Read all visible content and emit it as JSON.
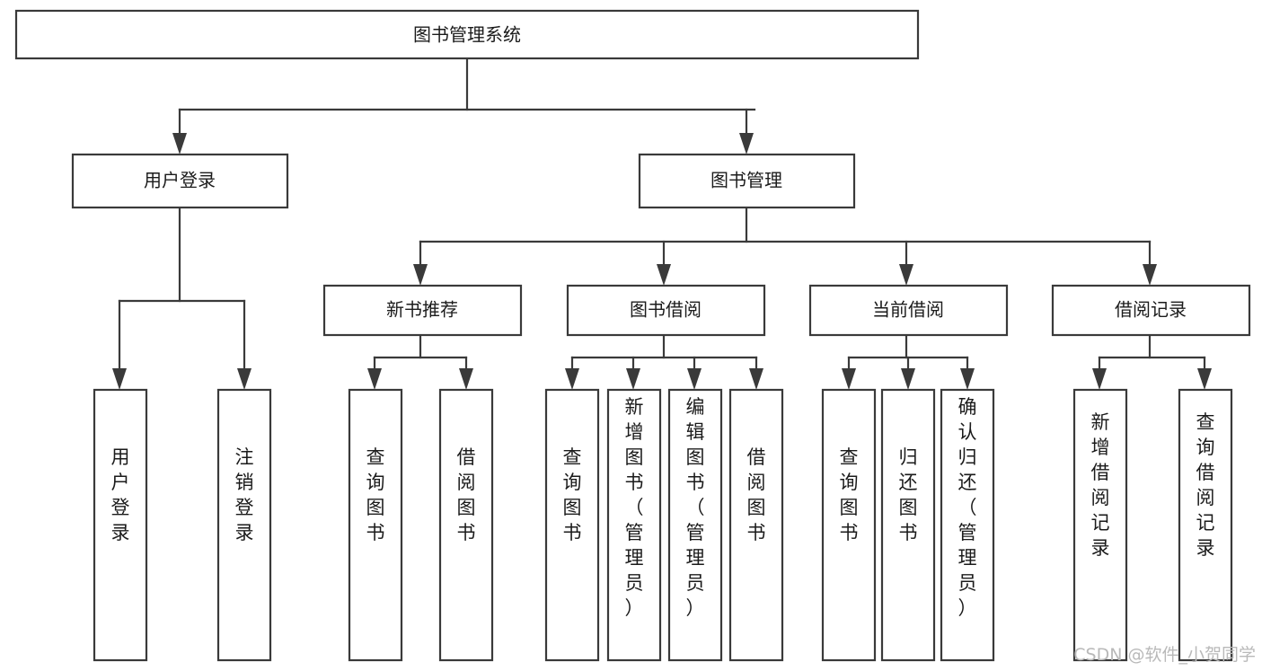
{
  "diagram": {
    "title": "图书管理系统",
    "type": "hierarchy-tree",
    "orientation": "top-down",
    "colors": {
      "background": "#ffffff",
      "box_fill": "#ffffff",
      "box_stroke": "#3a3a3a",
      "connector": "#3a3a3a",
      "text": "#1b1b1b",
      "watermark": "#b9b9b9"
    },
    "root": {
      "label": "图书管理系统"
    },
    "level2": [
      {
        "label": "用户登录"
      },
      {
        "label": "图书管理"
      }
    ],
    "level3": [
      {
        "label": "新书推荐"
      },
      {
        "label": "图书借阅"
      },
      {
        "label": "当前借阅"
      },
      {
        "label": "借阅记录"
      }
    ],
    "leaf_groups": [
      {
        "parent": "用户登录",
        "leaves": [
          "用户登录",
          "注销登录"
        ]
      },
      {
        "parent": "新书推荐",
        "leaves": [
          "查询图书",
          "借阅图书"
        ]
      },
      {
        "parent": "图书借阅",
        "leaves": [
          "查询图书",
          "新增图书（管理员）",
          "编辑图书（管理员）",
          "借阅图书"
        ]
      },
      {
        "parent": "当前借阅",
        "leaves": [
          "查询图书",
          "归还图书",
          "确认归还（管理员）"
        ]
      },
      {
        "parent": "借阅记录",
        "leaves": [
          "新增借阅记录",
          "查询借阅记录"
        ]
      }
    ]
  },
  "watermark": {
    "text": "CSDN @软件_小贺同学"
  }
}
